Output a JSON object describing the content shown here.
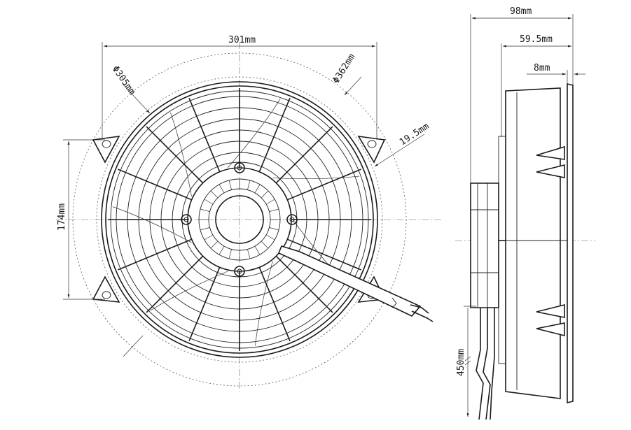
{
  "dimensions": {
    "width_301": "301mm",
    "diameter_305": "Φ305mm",
    "diameter_362": "Φ362mm",
    "offset_19_5": "19.5mm",
    "height_174": "174mm",
    "depth_98": "98mm",
    "depth_59_5": "59.5mm",
    "depth_8": "8mm",
    "cable_450": "450mm"
  }
}
